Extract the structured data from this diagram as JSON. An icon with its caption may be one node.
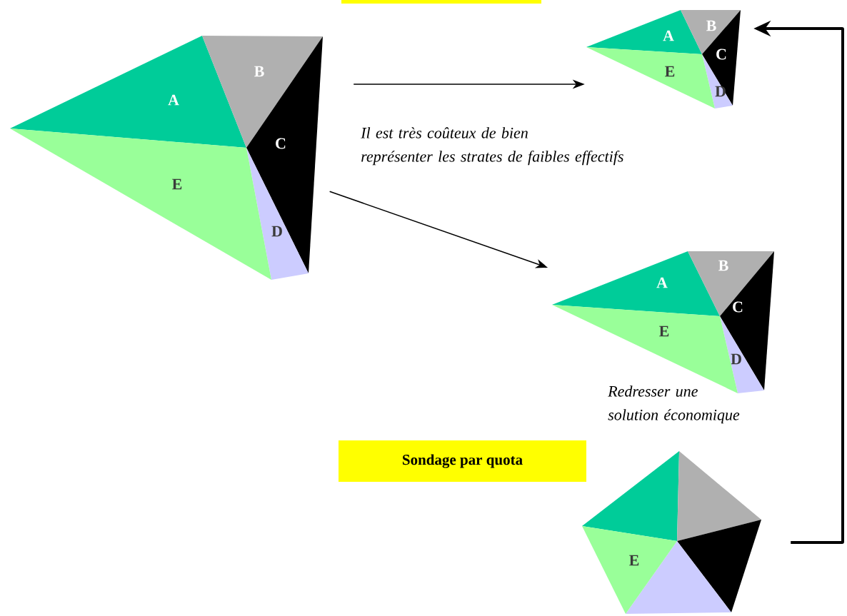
{
  "diagram": {
    "nodes": [
      {
        "text": [],
        "shape": "box"
      },
      {
        "text": [],
        "shape": "picture"
      },
      {
        "text": [
          "A"
        ],
        "in": 1
      },
      {
        "text": [
          "B"
        ],
        "in": 1
      },
      {
        "text": [
          "C"
        ],
        "in": 1
      },
      {
        "text": [
          "D"
        ],
        "in": 1
      },
      {
        "text": [
          "E"
        ],
        "in": 1
      },
      {
        "text": [],
        "shape": "picture"
      },
      {
        "text": [
          "A"
        ],
        "in": 7
      },
      {
        "text": [
          "B"
        ],
        "in": 7
      },
      {
        "text": [
          "C"
        ],
        "in": 7
      },
      {
        "text": [
          "D"
        ],
        "in": 7
      },
      {
        "text": [
          "E"
        ],
        "in": 7
      },
      {
        "text": [],
        "shape": "picture"
      },
      {
        "text": [
          "A"
        ],
        "in": 13
      },
      {
        "text": [
          "B"
        ],
        "in": 13
      },
      {
        "text": [
          "C"
        ],
        "in": 13
      },
      {
        "text": [
          "D"
        ],
        "in": 13
      },
      {
        "text": [
          "E"
        ],
        "in": 13
      },
      {
        "text": [
          "Sondage par quota"
        ]
      },
      {
        "text": [],
        "shape": "picture"
      },
      {
        "text": [],
        "shape": "triangle",
        "in": 20
      },
      {
        "text": [],
        "shape": "triangle",
        "in": 20
      },
      {
        "text": [],
        "shape": "triangle",
        "in": 20
      },
      {
        "text": [],
        "shape": "triangle",
        "in": 20
      },
      {
        "text": [
          "E"
        ],
        "in": 20
      }
    ],
    "edges": [
      {
        "from": 1,
        "to": 7,
        "arrow": "to"
      },
      {
        "from": 1,
        "to": 13,
        "arrow": "to"
      },
      {
        "from": 20,
        "to": 7,
        "arrow": "to",
        "style": "thick"
      }
    ],
    "labels": [
      "Il est très coûteux de bien représenter les strates de faibles effectifs",
      "Redresser une solution économique"
    ]
  }
}
